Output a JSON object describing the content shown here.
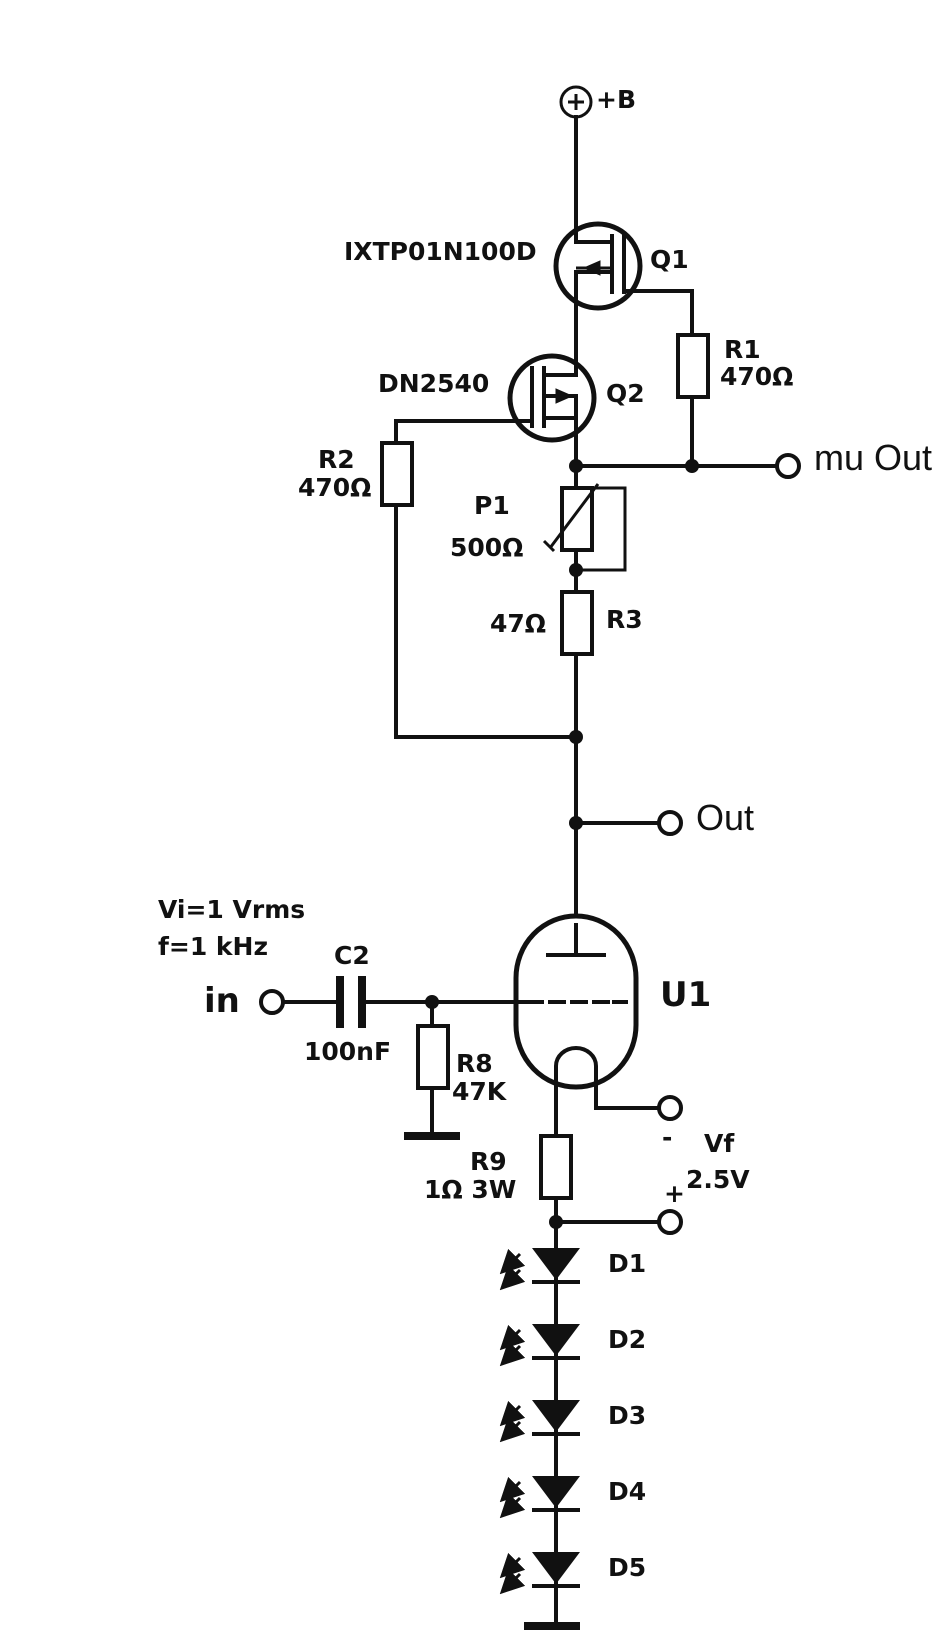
{
  "supply": {
    "label": "+B"
  },
  "q1": {
    "ref": "Q1",
    "part": "IXTP01N100D"
  },
  "q2": {
    "ref": "Q2",
    "part": "DN2540"
  },
  "r1": {
    "ref": "R1",
    "value": "470Ω"
  },
  "r2": {
    "ref": "R2",
    "value": "470Ω"
  },
  "p1": {
    "ref": "P1",
    "value": "500Ω"
  },
  "r3": {
    "ref": "R3",
    "value": "47Ω"
  },
  "outputs": {
    "mu_out": "mu Out",
    "out": "Out"
  },
  "input": {
    "label": "in",
    "signal_level": "Vi=1 Vrms",
    "signal_freq": "f=1 kHz"
  },
  "c2": {
    "ref": "C2",
    "value": "100nF"
  },
  "r8": {
    "ref": "R8",
    "value": "47K"
  },
  "u1": {
    "ref": "U1"
  },
  "heater": {
    "label": "Vf",
    "value": "2.5V",
    "minus": "-",
    "plus": "+"
  },
  "r9": {
    "ref": "R9",
    "value": "1Ω 3W"
  },
  "leds": [
    "D1",
    "D2",
    "D3",
    "D4",
    "D5"
  ]
}
